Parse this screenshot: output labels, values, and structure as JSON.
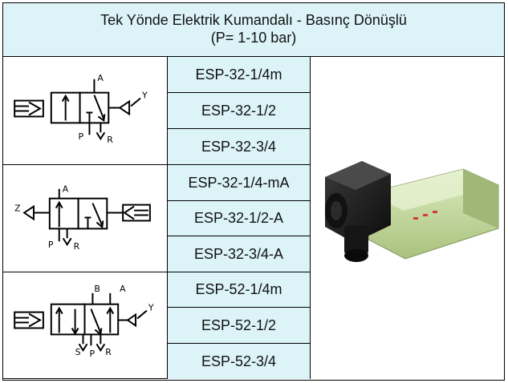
{
  "header": {
    "title_line1": "Tek Yönde Elektrik Kumandalı - Basınç Dönüşlü",
    "title_line2": "(P= 1-10 bar)"
  },
  "groups": [
    {
      "symbol": {
        "labels": {
          "a": "A",
          "y": "Y",
          "p": "P",
          "r": "R"
        }
      },
      "codes": [
        "ESP-32-1/4m",
        "ESP-32-1/2",
        "ESP-32-3/4"
      ]
    },
    {
      "symbol": {
        "labels": {
          "z": "Z",
          "a": "A",
          "p": "P",
          "r": "R"
        }
      },
      "codes": [
        "ESP-32-1/4-mA",
        "ESP-32-1/2-A",
        "ESP-32-3/4-A"
      ]
    },
    {
      "symbol": {
        "labels": {
          "b": "B",
          "a": "A",
          "y": "Y",
          "s": "S",
          "p": "P",
          "r": "R"
        }
      },
      "codes": [
        "ESP-52-1/4m",
        "ESP-52-1/2",
        "ESP-52-3/4"
      ]
    }
  ],
  "colors": {
    "header_bg": "#dcf3f8",
    "code_bg": "#dcf3f8",
    "border": "#000000",
    "valve_body": "#c8dfa4"
  },
  "photo_icon": "solenoid-valve-image"
}
